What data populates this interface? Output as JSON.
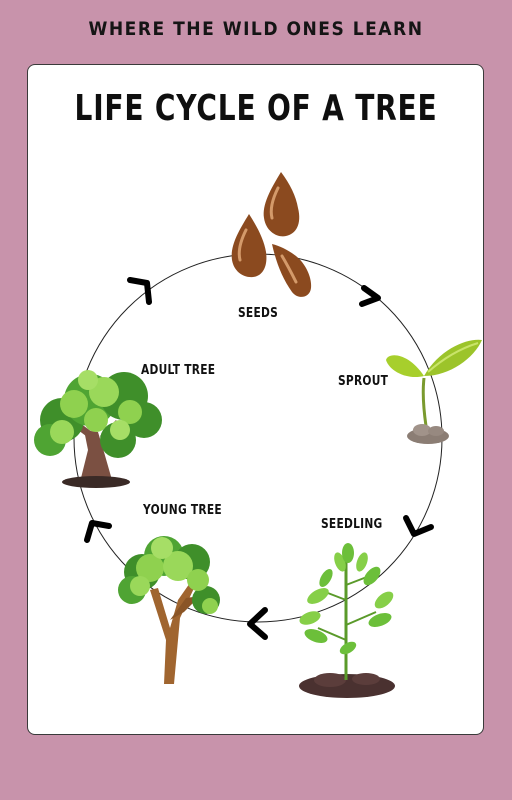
{
  "header": {
    "text": "WHERE THE WILD ONES LEARN"
  },
  "title": "LIFE CYCLE OF A TREE",
  "stages": {
    "seeds": "SEEDS",
    "sprout": "SPROUT",
    "seedling": "SEEDLING",
    "young_tree": "YOUNG TREE",
    "adult_tree": "ADULT TREE"
  },
  "colors": {
    "background": "#c893ab",
    "card": "#ffffff",
    "seed": "#8b4a1f",
    "leaf_light": "#8fd14f",
    "leaf_dark": "#3f8f2a",
    "trunk": "#a0652f",
    "soil": "#4a3130"
  }
}
